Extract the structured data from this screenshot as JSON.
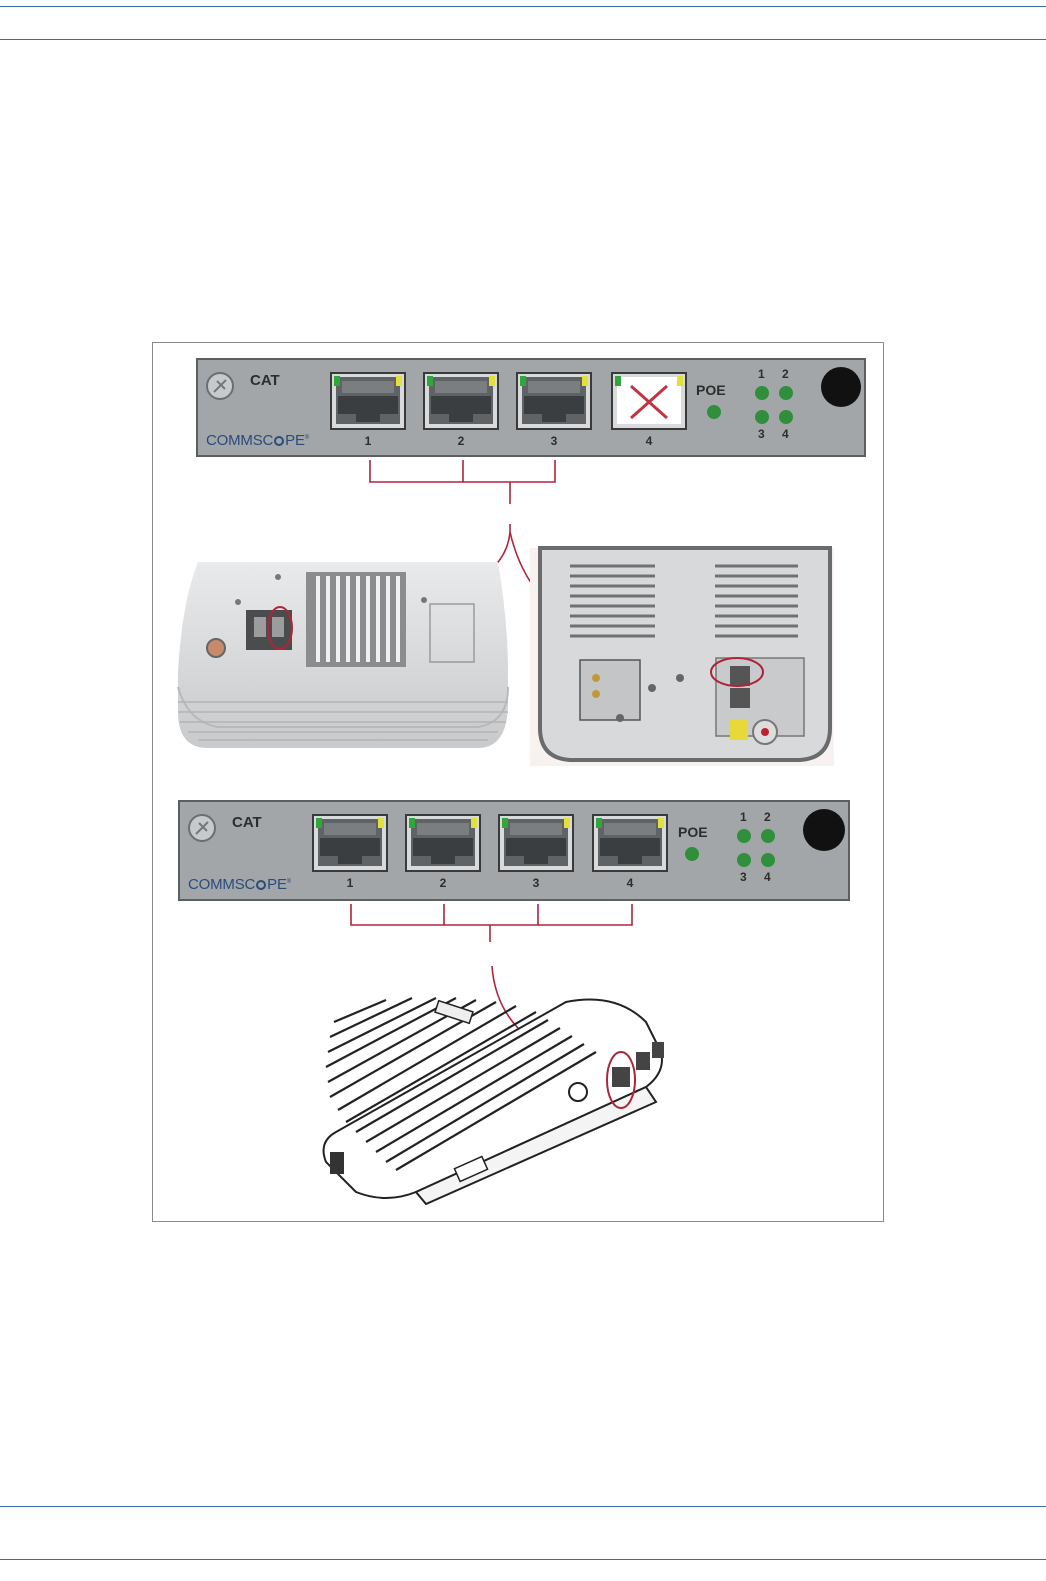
{
  "figure": {
    "card_top": {
      "label": "CAT",
      "brand": "COMMSC",
      "brand_suffix": "PE",
      "poe_label": "POE",
      "ports": [
        "1",
        "2",
        "3",
        "4"
      ],
      "disabled_port": "4",
      "leds": [
        "1",
        "2",
        "3",
        "4"
      ]
    },
    "card_bottom": {
      "label": "CAT",
      "brand": "COMMSC",
      "brand_suffix": "PE",
      "poe_label": "POE",
      "ports": [
        "1",
        "2",
        "3",
        "4"
      ],
      "leds": [
        "1",
        "2",
        "3",
        "4"
      ]
    }
  },
  "colors": {
    "rule": "#3d6f9e",
    "connector": "#b0243a",
    "led_green": "#2f8f3a",
    "brand_blue": "#2a4c7b",
    "card_gray": "#a2a6a9"
  }
}
